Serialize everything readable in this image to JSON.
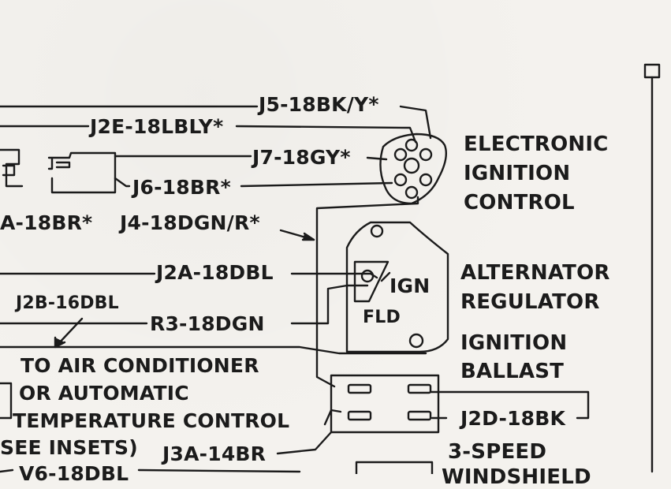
{
  "wires": {
    "j5": "J5-18BK/Y*",
    "j2e": "J2E-18LBLY*",
    "j7": "J7-18GY*",
    "j6": "J6-18BR*",
    "a18br": "A-18BR*",
    "j4": "J4-18DGN/R*",
    "j2a": "J2A-18DBL",
    "j2b": "J2B-16DBL",
    "r3": "R3-18DGN",
    "j2d": "J2D-18BK",
    "j3a": "J3A-14BR",
    "v6": "V6-18DBL"
  },
  "components": {
    "eic_line1": "ELECTRONIC",
    "eic_line2": "IGNITION",
    "eic_line3": "CONTROL",
    "alt_line1": "ALTERNATOR",
    "alt_line2": "REGULATOR",
    "ballast_line1": "IGNITION",
    "ballast_line2": "BALLAST",
    "three_speed": "3-SPEED",
    "windshield": "WINDSHIELD"
  },
  "regulator_terminals": {
    "ign": "IGN",
    "fld": "FLD"
  },
  "notes": {
    "line1": "TO AIR CONDITIONER",
    "line2": "OR AUTOMATIC",
    "line3": "TEMPERATURE CONTROL",
    "line4": "SEE INSETS)"
  }
}
